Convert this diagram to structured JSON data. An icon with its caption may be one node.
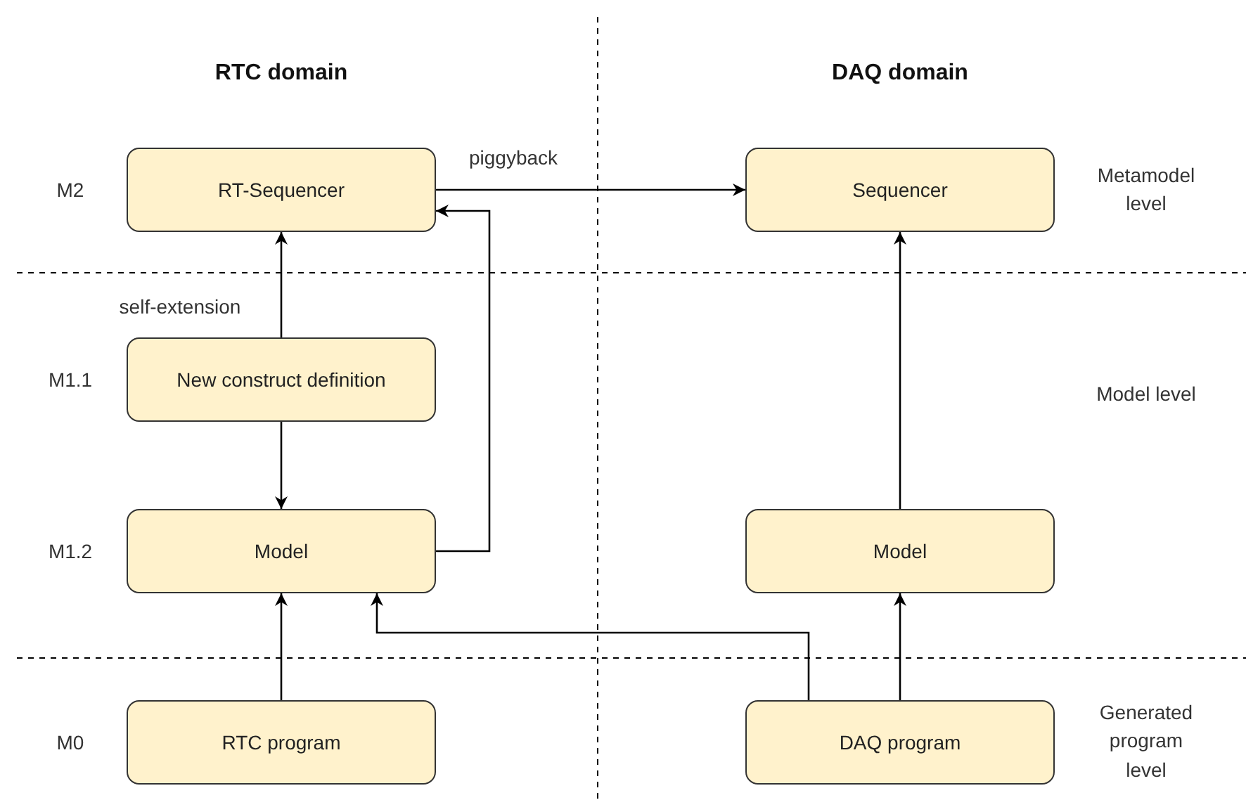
{
  "diagram": {
    "nodes": [
      {
        "text": [
          "RT-Sequencer"
        ]
      },
      {
        "text": [
          "New construct definition"
        ]
      },
      {
        "text": [
          "Model"
        ]
      },
      {
        "text": [
          "RTC program"
        ]
      },
      {
        "text": [
          "Sequencer"
        ]
      },
      {
        "text": [
          "Model"
        ]
      },
      {
        "text": [
          "DAQ program"
        ]
      }
    ],
    "edges": [
      {
        "from": 0,
        "to": 4,
        "arrow": "to",
        "label": "piggyback"
      },
      {
        "from": 1,
        "to": 0,
        "arrow": "to",
        "label": "self-extension"
      },
      {
        "from": 1,
        "to": 2,
        "arrow": "to"
      },
      {
        "from": 2,
        "to": 0,
        "arrow": "to"
      },
      {
        "from": 3,
        "to": 2,
        "arrow": "to"
      },
      {
        "from": 6,
        "to": 2,
        "arrow": "to"
      },
      {
        "from": 6,
        "to": 5,
        "arrow": "to"
      },
      {
        "from": 5,
        "to": 4,
        "arrow": "to"
      }
    ],
    "labels": [
      "RTC domain",
      "DAQ domain",
      "M2",
      "Metamodel level",
      "M1.1",
      "Model level",
      "M1.2",
      "M0",
      "Generated program level"
    ]
  }
}
